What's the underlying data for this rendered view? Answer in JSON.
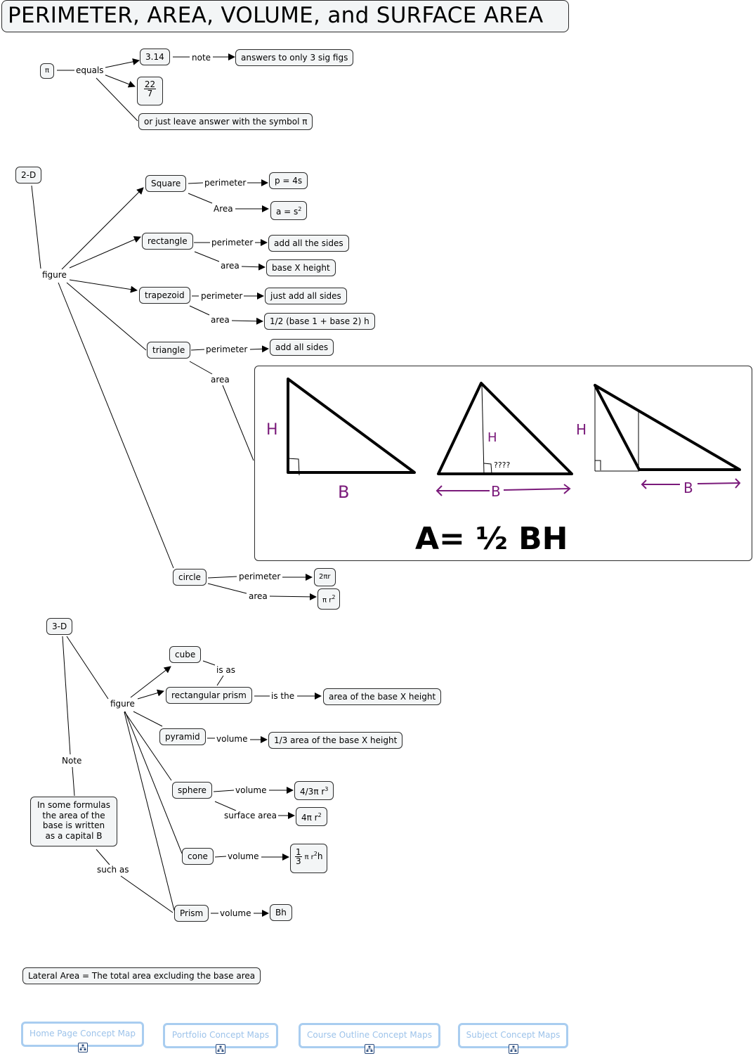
{
  "title": "PERIMETER, AREA, VOLUME, and SURFACE AREA",
  "pi": {
    "symbol": "π",
    "equals": "equals",
    "v314": "3.14",
    "note": "note",
    "sig_figs": "answers to only 3 sig figs",
    "frac_num": "22",
    "frac_den": "7",
    "leave_symbol": "or just leave answer with the symbol π"
  },
  "twod": {
    "root": "2-D",
    "figure": "figure",
    "square": "Square",
    "square_perimeter_label": "perimeter",
    "square_perimeter": "p = 4s",
    "square_area_label": "Area",
    "square_area_base": "a = s",
    "square_area_exp": "2",
    "rectangle": "rectangle",
    "rect_perimeter_label": "perimeter",
    "rect_perimeter": "add all the sides",
    "rect_area_label": "area",
    "rect_area": "base X height",
    "trapezoid": "trapezoid",
    "trap_perimeter_label": "perimeter",
    "trap_perimeter": "just add all sides",
    "trap_area_label": "area",
    "trap_area": "1/2 (base 1 + base 2) h",
    "triangle": "triangle",
    "tri_perimeter_label": "perimeter",
    "tri_perimeter": "add all sides",
    "tri_area_label": "area",
    "circle": "circle",
    "circle_perimeter_label": "perimeter",
    "circle_perimeter": "2πr",
    "circle_area_label": "area",
    "circle_area_base": "π r",
    "circle_area_exp": "2"
  },
  "triangle_drawing": {
    "h1": "H",
    "b1": "B",
    "h2": "H",
    "q": "????",
    "b2": "B",
    "h3": "H",
    "b3": "B",
    "formula": "A= ½ BH"
  },
  "threed": {
    "root": "3-D",
    "figure": "figure",
    "cube": "cube",
    "is_as": "is as",
    "rect_prism": "rectangular prism",
    "is_the": "is the",
    "prism_volume": "area of the base X height",
    "pyramid": "pyramid",
    "pyr_volume_label": "volume",
    "pyr_volume": "1/3 area of the base X height",
    "sphere": "sphere",
    "sph_volume_label": "volume",
    "sph_volume_base": "4/3π r",
    "sph_volume_exp": "3",
    "sph_sa_label": "surface area",
    "sph_sa_base": "4π r",
    "sph_sa_exp": "2",
    "cone": "cone",
    "cone_volume_label": "volume",
    "cone_frac_num": "1",
    "cone_frac_den": "3",
    "cone_rest": "π r",
    "cone_exp": "2",
    "cone_h": "h",
    "prism": "Prism",
    "prism2_volume_label": "volume",
    "prism2_volume": "Bh",
    "note_label": "Note",
    "note_text": [
      "In some formulas",
      "the area of the",
      "base is written",
      "as a capital B"
    ],
    "such_as": "such as"
  },
  "lateral": "Lateral Area = The total area excluding the base area",
  "links": [
    "Home Page Concept Map",
    "Portfolio Concept Maps",
    "Course Outline Concept Maps",
    "Subject Concept Maps"
  ],
  "colors": {
    "node_fill": "#f3f5f6",
    "link_border": "#a9cdf0",
    "link_text": "#9dc3ea",
    "handwriting": "#7a1a7a"
  }
}
